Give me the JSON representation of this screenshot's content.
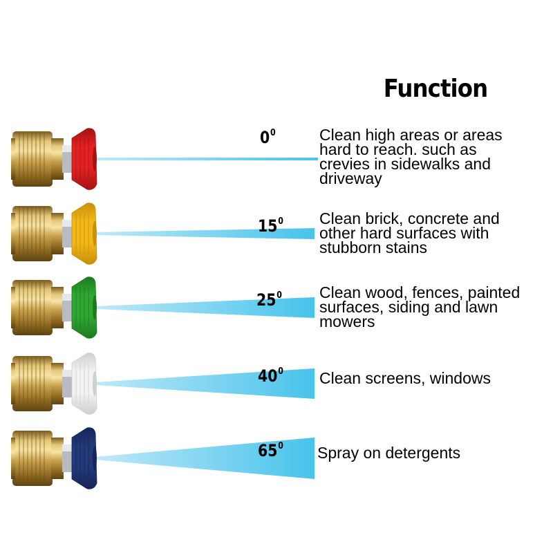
{
  "title": "Function",
  "nozzles": [
    {
      "angle": "0",
      "degree": "0",
      "color": "#e32222",
      "color_dark": "#a61313",
      "description": [
        "Clean high areas or areas",
        "hard to reach. such as",
        "crevies in sidewalks and",
        "driveway"
      ]
    },
    {
      "angle": "15",
      "degree": "0",
      "color": "#f2b81a",
      "color_dark": "#c98f0a",
      "description": [
        "Clean brick, concrete and",
        "other hard surfaces with",
        "stubborn stains"
      ]
    },
    {
      "angle": "25",
      "degree": "0",
      "color": "#2fa832",
      "color_dark": "#1c7a20",
      "description": [
        "Clean wood, fences, painted",
        "surfaces, siding and lawn",
        "mowers"
      ]
    },
    {
      "angle": "40",
      "degree": "0",
      "color": "#f3f3f3",
      "color_dark": "#cfcfcf",
      "description": [
        "Clean screens, windows"
      ]
    },
    {
      "angle": "65",
      "degree": "0",
      "color": "#233a78",
      "color_dark": "#15255a",
      "description": [
        "Spray on detergents"
      ]
    }
  ]
}
